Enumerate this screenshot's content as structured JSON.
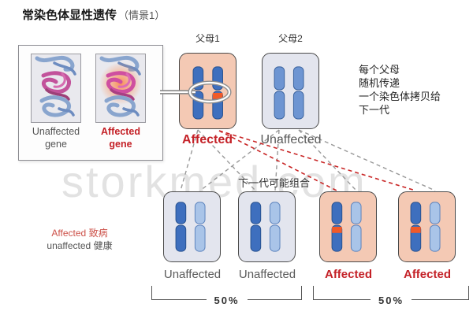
{
  "title": {
    "main": "常染色体显性遗传",
    "scenario": "（情景1）"
  },
  "watermark": "storkmed.com",
  "gene_box": {
    "unaffected_label": "Unaffected gene",
    "affected_label": "Affected gene"
  },
  "parents": {
    "parent1": {
      "name": "父母1",
      "status": "Affected"
    },
    "parent2": {
      "name": "父母2",
      "status": "Unaffected"
    }
  },
  "note": {
    "lines": [
      "每个父母",
      "随机传递",
      "一个染色体拷贝给",
      "下一代"
    ]
  },
  "offspring_heading": "下一代可能组合",
  "offspring": [
    {
      "status": "Unaffected"
    },
    {
      "status": "Unaffected"
    },
    {
      "status": "Affected"
    },
    {
      "status": "Affected"
    }
  ],
  "probability_left": "50%",
  "probability_right": "50%",
  "legend": {
    "affected": "Affected 致病",
    "unaffected": "unaffected 健康"
  },
  "colors": {
    "affected_card_bg": "#f4c9b4",
    "unaffected_card_bg": "#e3e5ee",
    "affected_text": "#c42127",
    "chromosome_dark_blue": "#3e6fbe",
    "chromosome_medium_blue": "#6d95d2",
    "chromosome_light_blue": "#a9c4e8",
    "mutation_band_orange": "#f15a29",
    "dashed_line_red": "#c92727",
    "dashed_line_gray": "#999999"
  }
}
